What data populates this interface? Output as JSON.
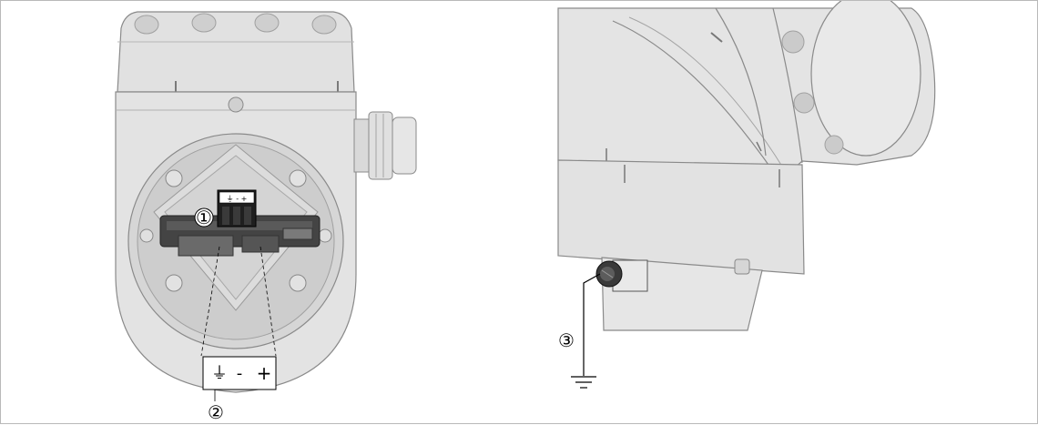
{
  "callouts": {
    "c1": "①",
    "c2": "②",
    "c3": "③"
  },
  "terminal_block": {
    "ground_symbol": "⏚",
    "minus": "-",
    "plus": "+"
  },
  "connector_marks": "⏚ - +",
  "colors": {
    "housing": "#e3e3e3",
    "housing_shadow": "#cfcfcf",
    "outline": "#8a8a8a",
    "dark_part": "#3a3a3a",
    "wire": "#000000"
  }
}
